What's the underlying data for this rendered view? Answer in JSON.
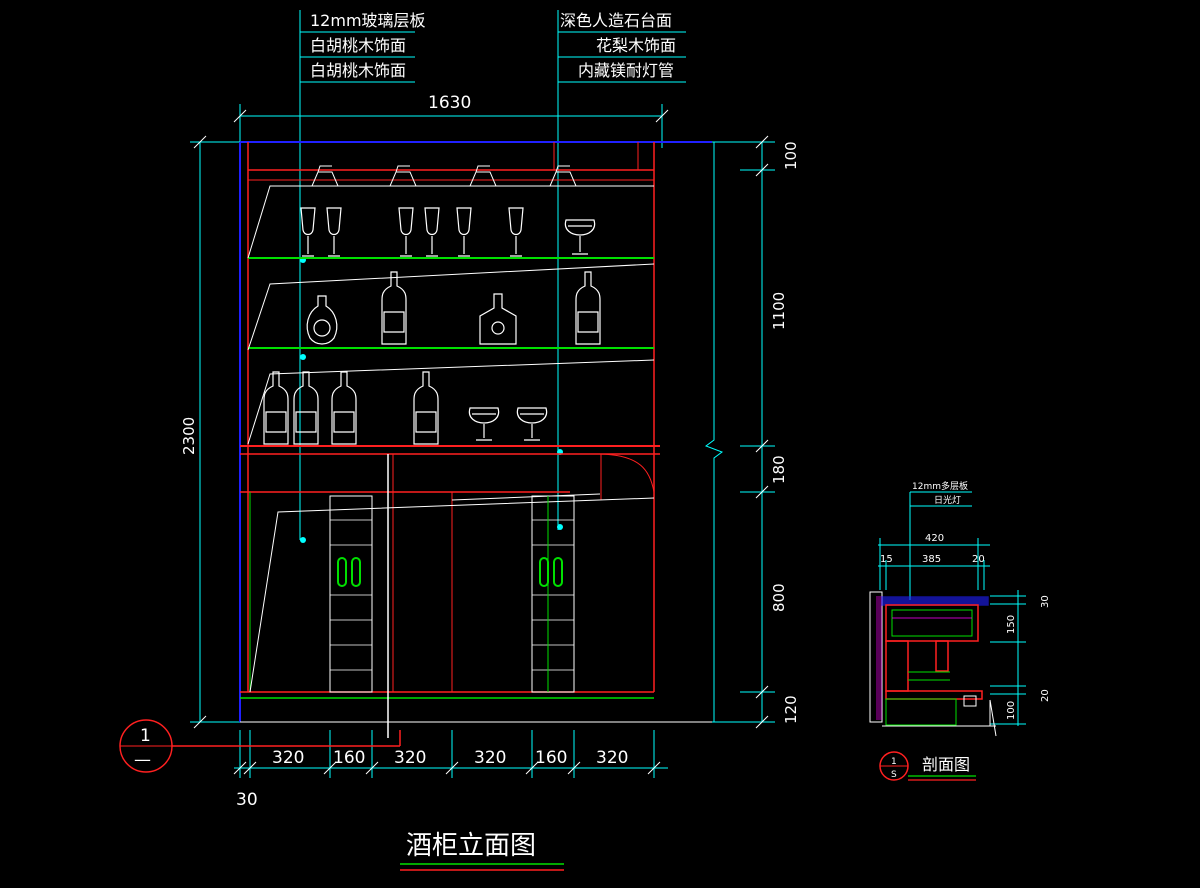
{
  "drawing": {
    "title": "酒柜立面图",
    "section_title": "剖面图",
    "callout_marker": {
      "number": "1",
      "sheet": "—"
    },
    "section_marker": {
      "number": "1",
      "sheet": "S"
    }
  },
  "labels_left": [
    "12mm玻璃层板",
    "白胡桃木饰面",
    "白胡桃木饰面"
  ],
  "labels_right": [
    "深色人造石台面",
    "花梨木饰面",
    "内藏镁耐灯管"
  ],
  "dimensions": {
    "overall_width": "1630",
    "overall_height": "2300",
    "right_segments": [
      "100",
      "1100",
      "180",
      "800",
      "120"
    ],
    "bottom_segments": [
      "320",
      "160",
      "320",
      "320",
      "160",
      "320"
    ],
    "bottom_offset": "30"
  },
  "section": {
    "labels": [
      "12mm多层板",
      "日光灯"
    ],
    "widths": [
      "420",
      "15",
      "385",
      "20"
    ],
    "heights": [
      "30",
      "150",
      "20",
      "100"
    ]
  },
  "colors": {
    "cyan": "#00ffff",
    "red": "#ff2020",
    "green": "#00e000",
    "blue": "#2020ff",
    "white": "#ffffff",
    "magenta": "#ff00ff"
  }
}
